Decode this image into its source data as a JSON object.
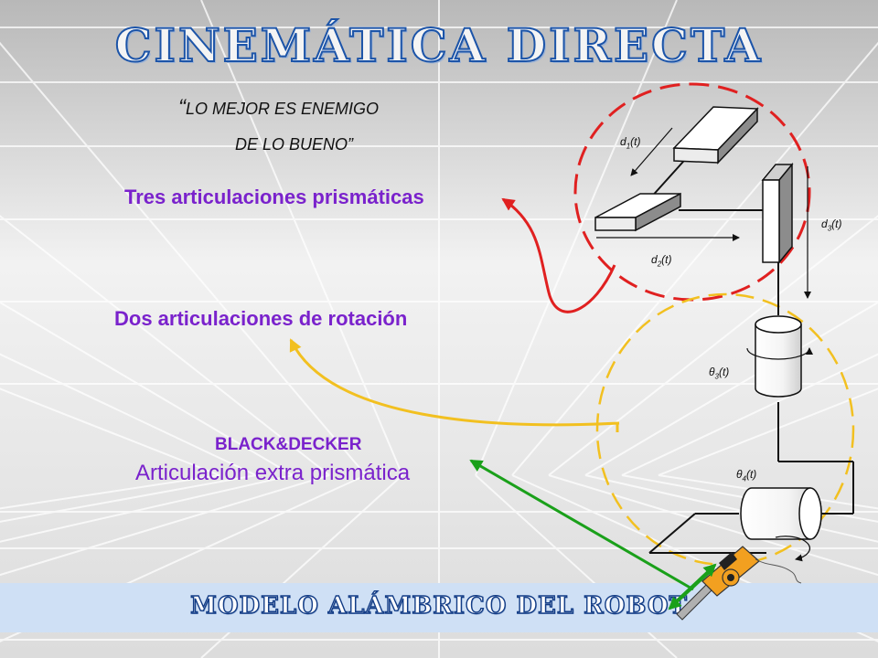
{
  "title": "CINEMÁTICA DIRECTA",
  "quote": {
    "open_mark": "“",
    "line1": "LO MEJOR ES ENEMIGO",
    "line2": "DE LO BUENO”"
  },
  "labels": {
    "prismatic": "Tres articulaciones prismáticas",
    "rotation": "Dos articulaciones de rotación",
    "brand": "BLACK&DECKER",
    "extra": "Articulación extra prismática"
  },
  "joints": {
    "d1": {
      "sym": "d",
      "sub": "1",
      "arg": "(t)"
    },
    "d2": {
      "sym": "d",
      "sub": "2",
      "arg": "(t)"
    },
    "d3": {
      "sym": "d",
      "sub": "3",
      "arg": "(t)"
    },
    "t3": {
      "sym": "θ",
      "sub": "3",
      "arg": "(t)"
    },
    "t4": {
      "sym": "θ",
      "sub": "4",
      "arg": "(t)"
    }
  },
  "banner": "MODELO ALÁMBRICO DEL ROBOT",
  "colors": {
    "title_outline": "#1c54a8",
    "label_text": "#7a22cc",
    "red_circle": "#e02020",
    "yellow_circle": "#f2c020",
    "green_arrow": "#1aa01a",
    "banner_bg": "#cfe0f5"
  }
}
